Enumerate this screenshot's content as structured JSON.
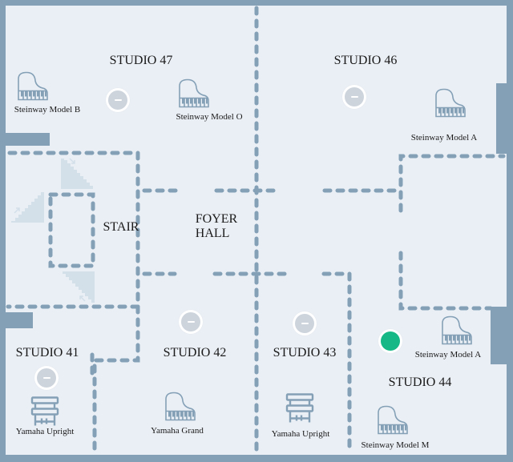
{
  "colors": {
    "background": "#eaeff5",
    "wall": "#84a0b6",
    "stair_fill": "#d3dfe9",
    "status_idle": "#cdd4dc",
    "status_active": "#16b886",
    "icon_stroke": "#84a0b6"
  },
  "rooms": [
    {
      "id": "studio-47",
      "label": "STUDIO 47"
    },
    {
      "id": "studio-46",
      "label": "STUDIO 46"
    },
    {
      "id": "stair",
      "label": "STAIR"
    },
    {
      "id": "foyer-hall",
      "label": "FOYER\nHALL",
      "line1": "FOYER",
      "line2": "HALL"
    },
    {
      "id": "studio-41",
      "label": "STUDIO 41"
    },
    {
      "id": "studio-42",
      "label": "STUDIO 42"
    },
    {
      "id": "studio-43",
      "label": "STUDIO 43"
    },
    {
      "id": "studio-44",
      "label": "STUDIO 44"
    }
  ],
  "instruments": [
    {
      "room": "STUDIO 47",
      "name": "Steinway Model B",
      "icon": "grand-piano-icon"
    },
    {
      "room": "STUDIO 47",
      "name": "Steinway Model O",
      "icon": "grand-piano-icon"
    },
    {
      "room": "STUDIO 46",
      "name": "Steinway Model A",
      "icon": "grand-piano-icon"
    },
    {
      "room": "STUDIO 44",
      "name": "Steinway Model A",
      "icon": "grand-piano-icon"
    },
    {
      "room": "STUDIO 44",
      "name": "Steinway Model M",
      "icon": "grand-piano-icon"
    },
    {
      "room": "STUDIO 41",
      "name": "Yamaha Upright",
      "icon": "upright-piano-icon"
    },
    {
      "room": "STUDIO 42",
      "name": "Yamaha Grand",
      "icon": "grand-piano-icon"
    },
    {
      "room": "STUDIO 43",
      "name": "Yamaha Upright",
      "icon": "upright-piano-icon"
    }
  ],
  "status_markers": [
    {
      "room": "STUDIO 47",
      "state": "idle",
      "icon": "minus-icon"
    },
    {
      "room": "STUDIO 46",
      "state": "idle",
      "icon": "minus-icon"
    },
    {
      "room": "STUDIO 41",
      "state": "idle",
      "icon": "minus-icon"
    },
    {
      "room": "STUDIO 42",
      "state": "idle",
      "icon": "minus-icon"
    },
    {
      "room": "STUDIO 43",
      "state": "idle",
      "icon": "minus-icon"
    },
    {
      "room": "STUDIO 44",
      "state": "active",
      "icon": "active-dot-icon"
    }
  ]
}
